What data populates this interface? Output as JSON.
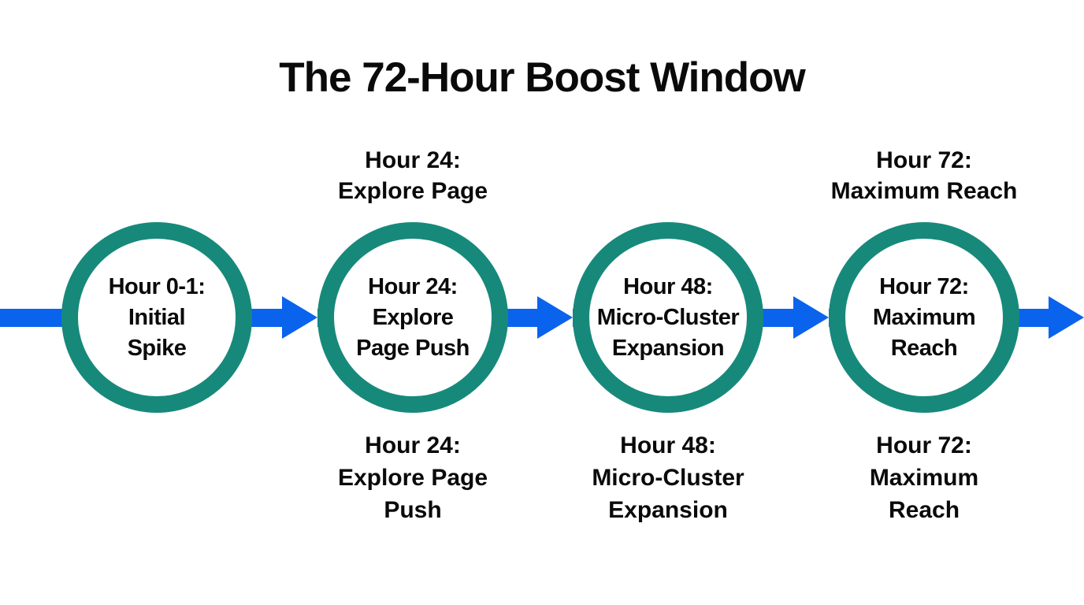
{
  "title": "The 72-Hour Boost Window",
  "colors": {
    "ring": "#17897B",
    "arrow": "#0A63EC",
    "text": "#0A0A0A",
    "background": "#FFFFFF"
  },
  "timeline": {
    "direction": "left-to-right",
    "nodes": [
      {
        "id": "hour-0-1",
        "circle_text": "Hour 0-1:\nInitial\nSpike"
      },
      {
        "id": "hour-24",
        "circle_text": "Hour 24:\nExplore\nPage Push",
        "label_above": "Hour 24:\nExplore Page",
        "label_below": "Hour 24:\nExplore Page\nPush"
      },
      {
        "id": "hour-48",
        "circle_text": "Hour 48:\nMicro-Cluster\nExpansion",
        "label_below": "Hour 48:\nMicro-Cluster\nExpansion"
      },
      {
        "id": "hour-72",
        "circle_text": "Hour 72:\nMaximum\nReach",
        "label_above": "Hour 72:\nMaximum Reach",
        "label_below": "Hour 72:\nMaximum\nReach"
      }
    ]
  }
}
